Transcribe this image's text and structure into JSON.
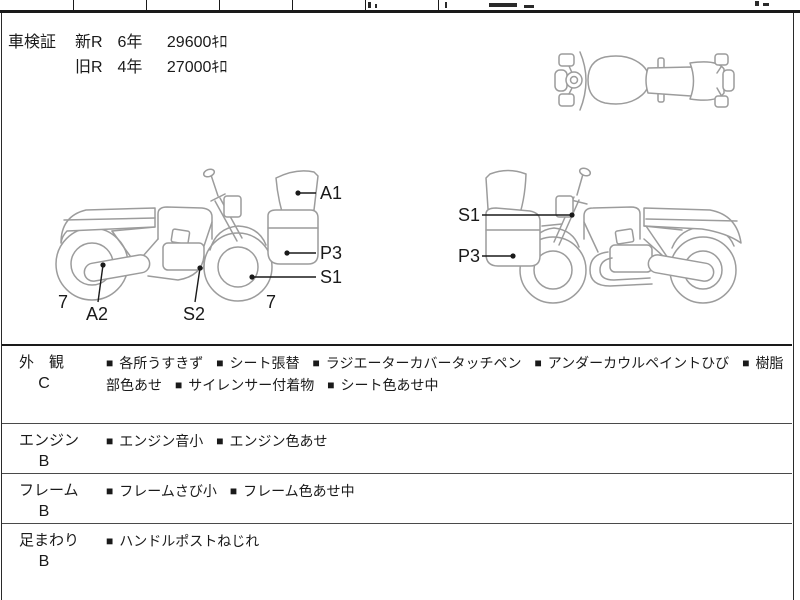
{
  "vehicle_inspection": {
    "label": "車検証",
    "rows": [
      {
        "type": "新R",
        "years": "6年",
        "distance": "29600ｷﾛ"
      },
      {
        "type": "旧R",
        "years": "4年",
        "distance": "27000ｷﾛ"
      }
    ]
  },
  "diagrams": {
    "left_bike": {
      "view": "right-side-view",
      "labels": {
        "rear_tire": "7",
        "muffler": "A2",
        "lower_frame": "S2",
        "front_tire": "7",
        "windscreen": "A1",
        "cowl": "P3",
        "front_wheel": "S1"
      }
    },
    "right_bike": {
      "view": "left-side-view",
      "labels": {
        "fork_area": "S1",
        "cowl": "P3"
      }
    }
  },
  "condition_table": {
    "bullet": "■",
    "rows": [
      {
        "category": "外　観",
        "grade": "C",
        "items": [
          "各所うすきず",
          "シート張替",
          "ラジエーターカバータッチペン",
          "アンダーカウルペイントひび",
          "樹脂部色あせ",
          "サイレンサー付着物",
          "シート色あせ中"
        ]
      },
      {
        "category": "エンジン",
        "grade": "B",
        "items": [
          "エンジン音小",
          "エンジン色あせ"
        ]
      },
      {
        "category": "フレーム",
        "grade": "B",
        "items": [
          "フレームさび小",
          "フレーム色あせ中"
        ]
      },
      {
        "category": "足まわり",
        "grade": "B",
        "items": [
          "ハンドルポストねじれ"
        ]
      }
    ]
  },
  "colors": {
    "line_art": "#9c9c9c",
    "ink": "#1a1a1a"
  }
}
